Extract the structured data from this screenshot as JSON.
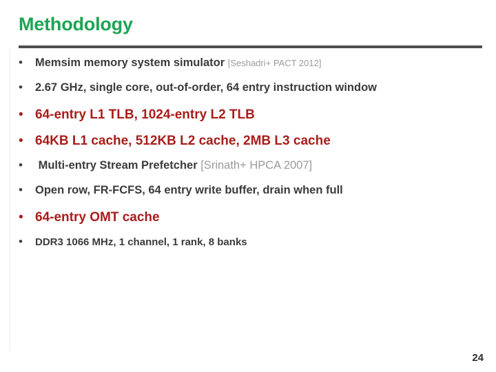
{
  "slide": {
    "title": "Methodology",
    "title_color": "#1DA453",
    "rule_color": "#4F4F4F",
    "highlight_color": "#A81D1A",
    "body_color": "#3B3B3B",
    "citation_color": "#9A9A9A",
    "page_number": "24",
    "bullet_glyph": "•",
    "items": [
      {
        "text": "Memsim memory system simulator ",
        "citation": "[Seshadri+ PACT 2012]",
        "highlighted": false
      },
      {
        "text": "2.67 GHz, single core, out-of-order, 64 entry instruction window",
        "citation": "",
        "highlighted": false
      },
      {
        "text": "64-entry L1 TLB, 1024-entry L2 TLB",
        "citation": "",
        "highlighted": true
      },
      {
        "text": "64KB L1 cache, 512KB L2 cache, 2MB L3 cache",
        "citation": "",
        "highlighted": true
      },
      {
        "text": " Multi-entry Stream Prefetcher ",
        "citation": "[Srinath+ HPCA 2007]",
        "highlighted": false
      },
      {
        "text": "Open row, FR-FCFS, 64 entry write buffer, drain when full",
        "citation": "",
        "highlighted": false
      },
      {
        "text": "64-entry OMT cache",
        "citation": "",
        "highlighted": true
      },
      {
        "text": "DDR3 1066 MHz, 1 channel, 1 rank, 8 banks",
        "citation": "",
        "highlighted": false
      }
    ]
  }
}
